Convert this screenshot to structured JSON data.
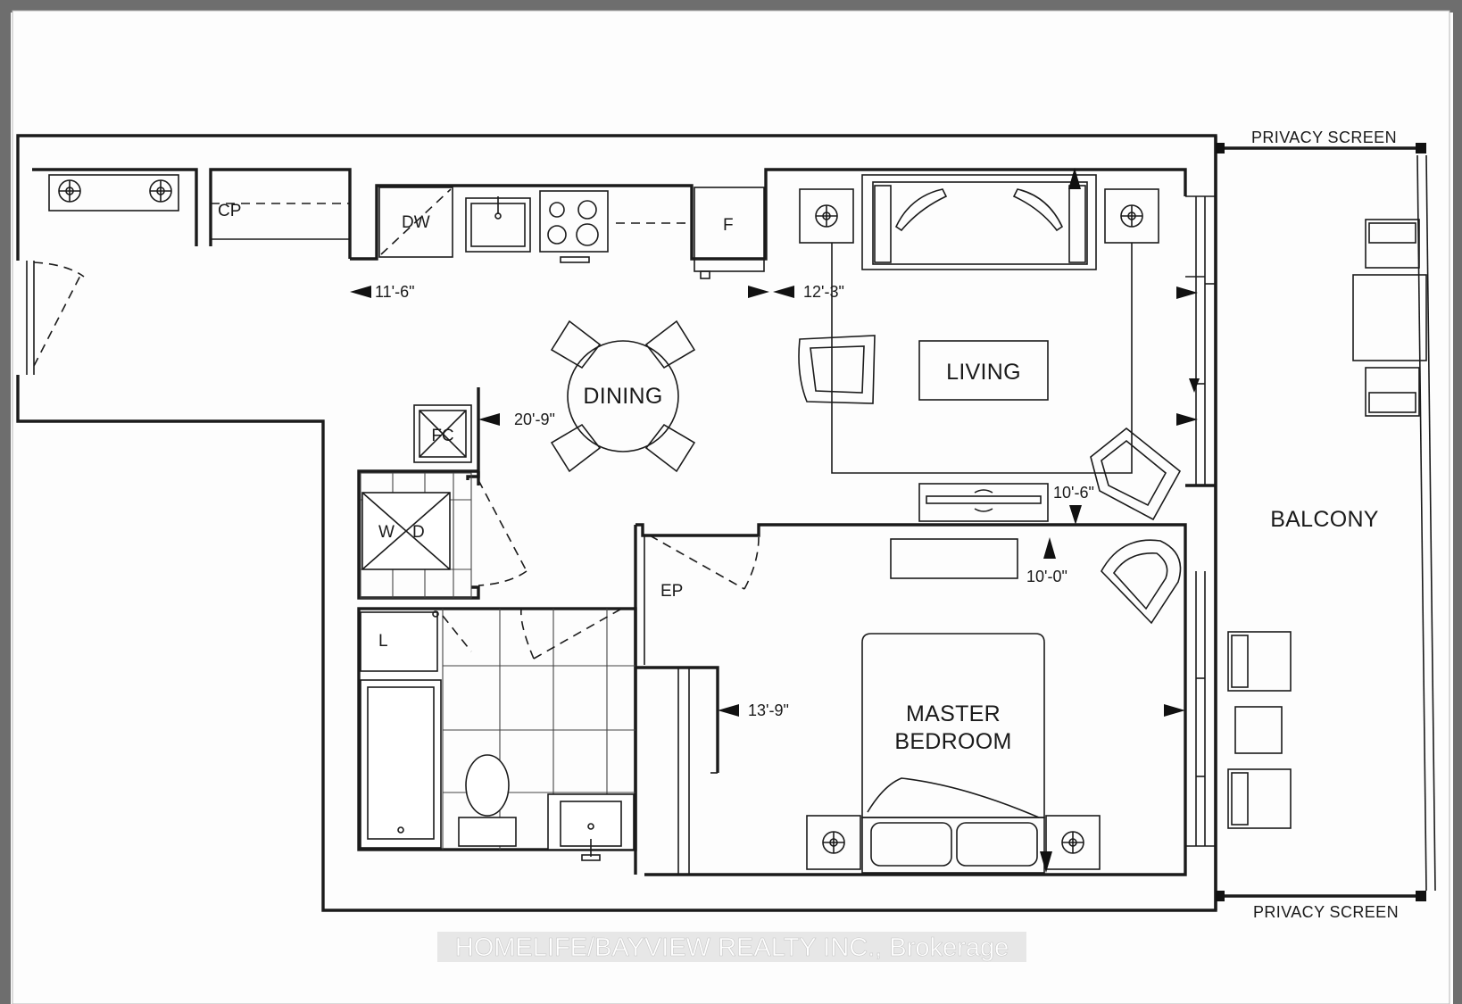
{
  "rooms": {
    "living": "LIVING",
    "dining": "DINING",
    "balcony": "BALCONY",
    "master_line1": "MASTER",
    "master_line2": "BEDROOM"
  },
  "fixtures": {
    "cp": "CP",
    "dw": "DW",
    "fridge": "F",
    "fc": "FC",
    "washer": "W",
    "dryer": "D",
    "linen": "L",
    "ep": "EP"
  },
  "dimensions": {
    "kitchen": "11'-6\"",
    "living": "12'-3\"",
    "dining": "20'-9\"",
    "living_depth": "10'-6\"",
    "bedroom_width": "10'-0\"",
    "bedroom_depth": "13'-9\""
  },
  "labels": {
    "privacy_top": "PRIVACY SCREEN",
    "privacy_bottom": "PRIVACY SCREEN"
  },
  "watermark": "HOMELIFE/BAYVIEW REALTY INC., Brokerage",
  "colors": {
    "ink": "#1b1b1b",
    "paper": "#fdfdfd",
    "frame": "#6e6e6e"
  }
}
